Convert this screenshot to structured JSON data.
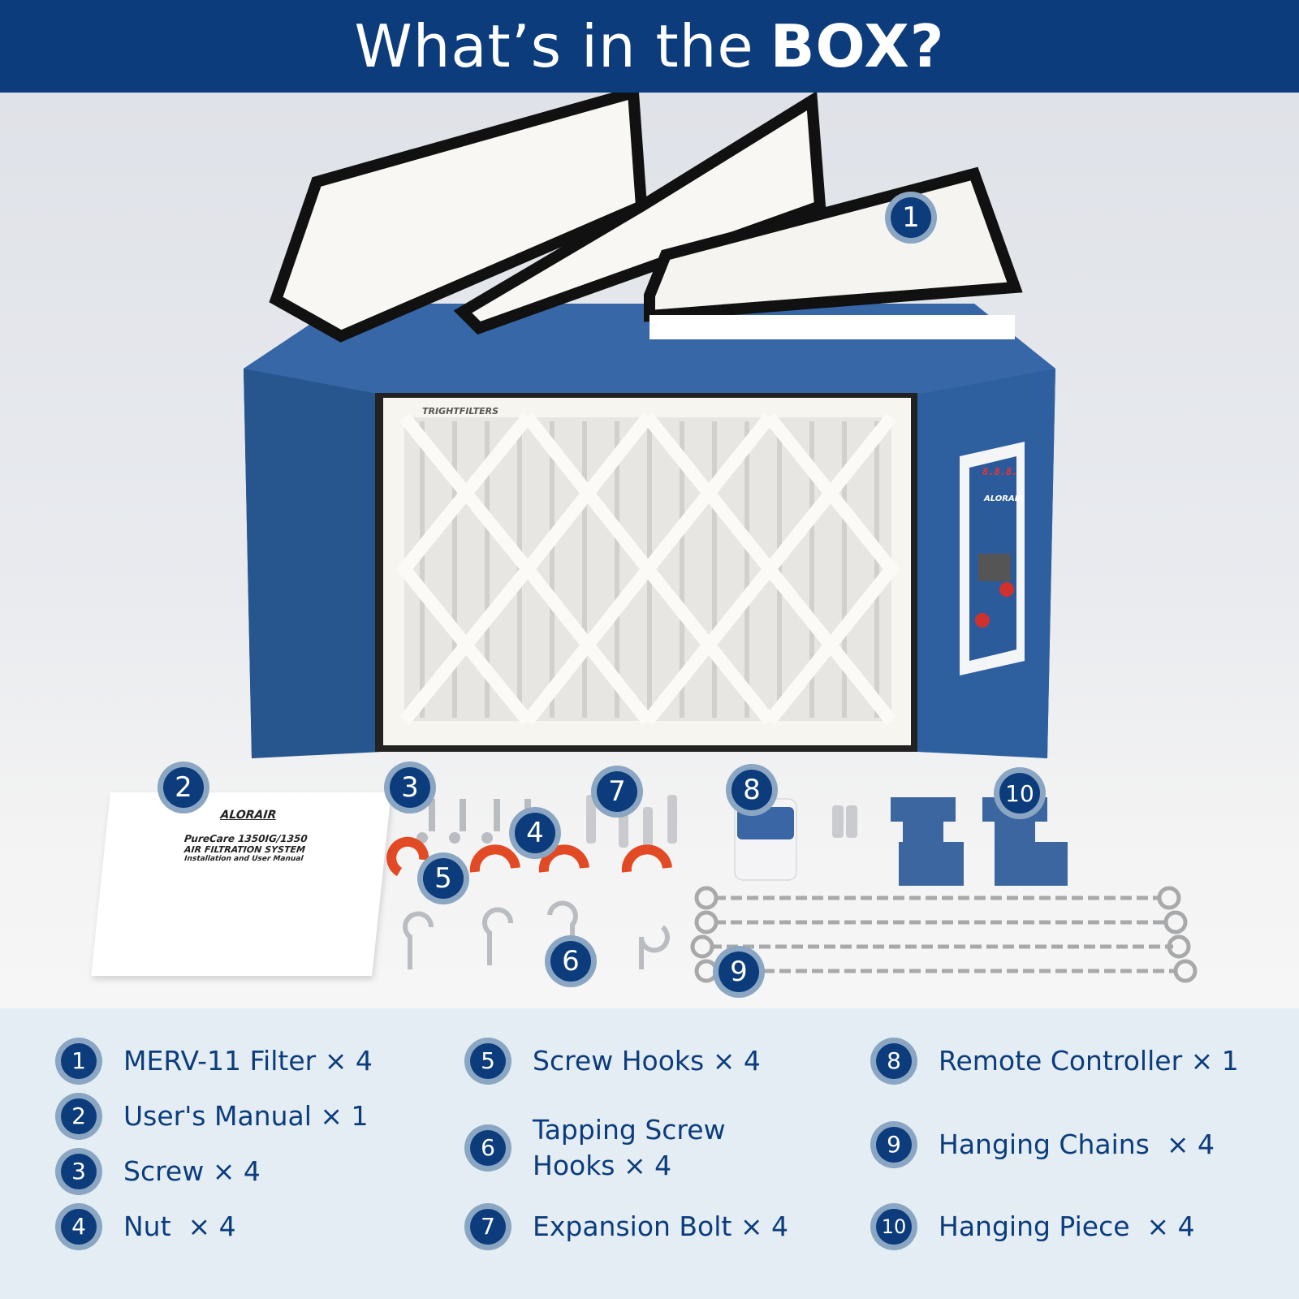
{
  "header": {
    "title_regular": "What’s in the",
    "title_bold": "BOX?"
  },
  "colors": {
    "brand_blue": "#0c3c7c",
    "badge_ring": "#8aa6c2",
    "unit_blue": "#2a5b98",
    "legend_bg": "#e4edf3"
  },
  "product": {
    "filter_brand": "TRIGHTFILTERS",
    "panel_brand": "ALORAIR",
    "display": "8.8.8.",
    "manual": {
      "brand": "ALORAIR",
      "model": "PureCare 1350IG/1350",
      "title": "AIR FILTRATION SYSTEM",
      "subtitle": "Installation and User Manual"
    }
  },
  "callouts": [
    "1",
    "2",
    "3",
    "4",
    "5",
    "6",
    "7",
    "8",
    "9",
    "10"
  ],
  "items": [
    {
      "num": "1",
      "label": "MERV-11 Filter × 4"
    },
    {
      "num": "2",
      "label": "User's Manual × 1"
    },
    {
      "num": "3",
      "label": "Screw × 4"
    },
    {
      "num": "4",
      "label": "Nut  × 4"
    },
    {
      "num": "5",
      "label": "Screw Hooks × 4"
    },
    {
      "num": "6",
      "label": "Tapping Screw Hooks × 4"
    },
    {
      "num": "7",
      "label": "Expansion Bolt × 4"
    },
    {
      "num": "8",
      "label": "Remote Controller × 1"
    },
    {
      "num": "9",
      "label": "Hanging Chains  × 4"
    },
    {
      "num": "10",
      "label": "Hanging Piece  × 4"
    }
  ]
}
